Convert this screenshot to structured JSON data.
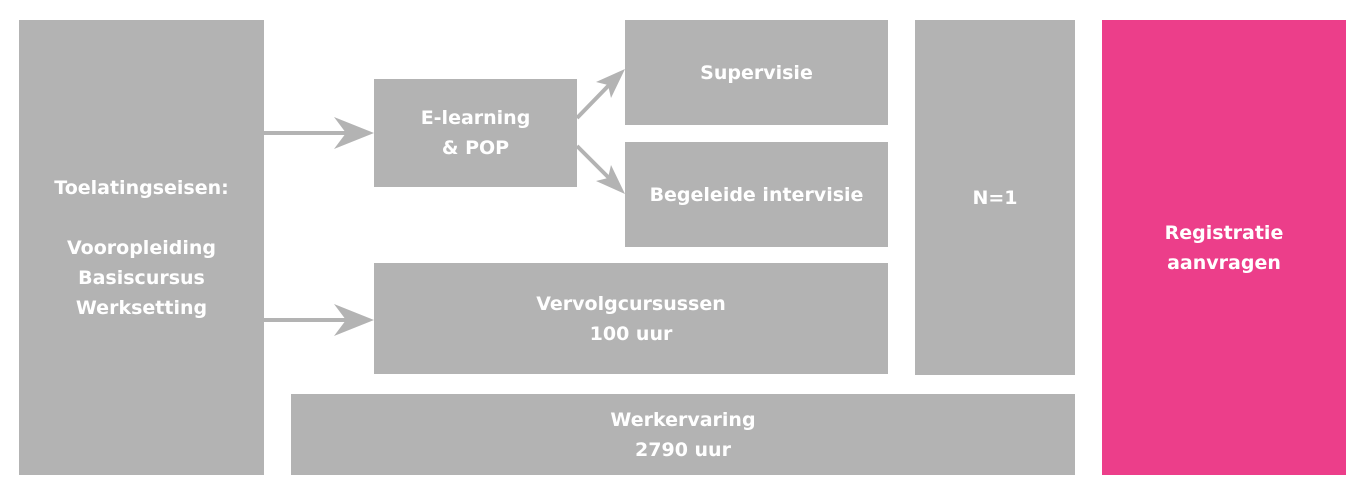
{
  "colors": {
    "box": "#b3b3b3",
    "accent": "#ec3e8a",
    "arrow": "#b3b3b3"
  },
  "toelating": {
    "title": "Toelatingseisen:",
    "items": [
      "Vooropleiding",
      "Basiscursus",
      "Werksetting"
    ]
  },
  "elearning": {
    "line1": "E-learning",
    "line2": "& POP"
  },
  "supervisie": "Supervisie",
  "intervisie": "Begeleide intervisie",
  "n1": "N=1",
  "vervolg": {
    "line1": "Vervolgcursussen",
    "line2": "100 uur"
  },
  "werkervaring": {
    "line1": "Werkervaring",
    "line2": "2790 uur"
  },
  "registratie": {
    "line1": "Registratie",
    "line2": "aanvragen"
  }
}
